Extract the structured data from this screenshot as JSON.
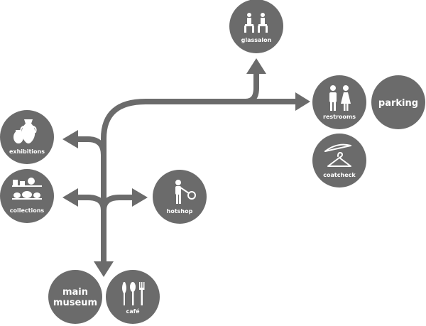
{
  "nodes": {
    "glassalon": "glassalon",
    "restrooms": "restrooms",
    "parking": "parking",
    "coatcheck": "coatcheck",
    "exhibitions": "exhibitions",
    "collections": "collections",
    "hotshop": "hotshop",
    "main_museum": [
      "main",
      "museum"
    ],
    "cafe": "café"
  },
  "colors": {
    "ink": "#6b6b6b",
    "background": "#ffffff",
    "label": "#ffffff"
  },
  "icons": {
    "glassalon": "two-seated-people-icon",
    "restrooms": "man-woman-icon",
    "coatcheck": "umbrella-hanger-icon",
    "exhibitions": "vases-icon",
    "collections": "shelf-objects-icon",
    "hotshop": "glassblower-icon",
    "cafe": "cutlery-icon"
  }
}
